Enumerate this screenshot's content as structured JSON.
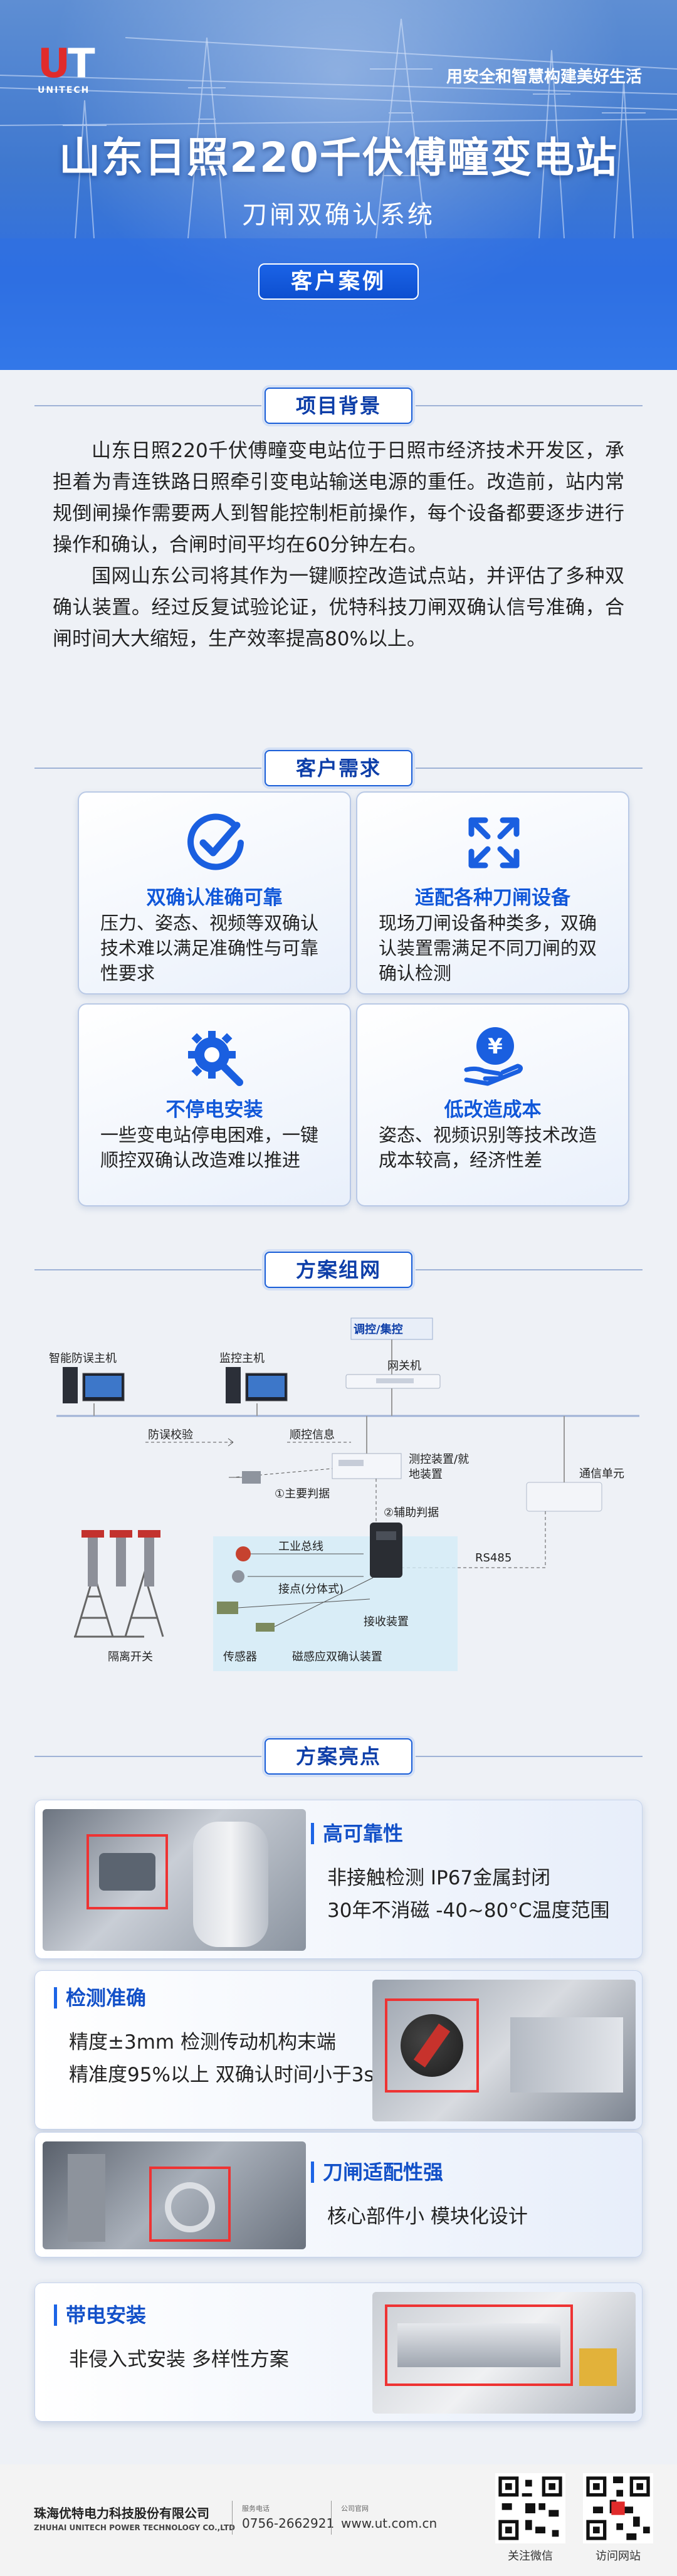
{
  "hero": {
    "logo_text": "UT",
    "logo_sub": "UNITECH",
    "slogan": "用安全和智慧构建美好生活",
    "title": "山东日照220千伏傅疃变电站",
    "subtitle": "刀闸双确认系统",
    "badge": "客户案例"
  },
  "sections": {
    "background": "项目背景",
    "needs": "客户需求",
    "network": "方案组网",
    "highlights": "方案亮点"
  },
  "background": {
    "p1": "山东日照220千伏傅疃变电站位于日照市经济技术开发区，承担着为青连铁路日照牵引变电站输送电源的重任。改造前，站内常规倒闸操作需要两人到智能控制柜前操作，每个设备都要逐步进行操作和确认，合闸时间平均在60分钟左右。",
    "p2": "国网山东公司将其作为一键顺控改造试点站，并评估了多种双确认装置。经过反复试验论证，优特科技刀闸双确认信号准确，合闸时间大大缩短，生产效率提高80%以上。"
  },
  "needs": [
    {
      "icon": "check-circle-icon",
      "title": "双确认准确可靠",
      "desc": "压力、姿态、视频等双确认技术难以满足准确性与可靠性要求"
    },
    {
      "icon": "expand-arrows-icon",
      "title": "适配各种刀闸设备",
      "desc": "现场刀闸设备种类多，双确认装置需满足不同刀闸的双确认检测"
    },
    {
      "icon": "gear-wrench-icon",
      "title": "不停电安装",
      "desc": "一些变电站停电困难，一键顺控双确认改造难以推进"
    },
    {
      "icon": "money-hand-icon",
      "title": "低改造成本",
      "desc": "姿态、视频识别等技术改造成本较高，经济性差"
    }
  ],
  "diagram": {
    "dispatch": "调控/集控",
    "gateway": "网关机",
    "anti_misop_host": "智能防误主机",
    "monitor_host": "监控主机",
    "anti_misop_check": "防误校验",
    "sequence_info": "顺控信息",
    "main_judge": "①主要判据",
    "measure_device": "测控装置/就地装置",
    "aux_judge": "②辅助判据",
    "comm_unit": "通信单元",
    "rs485": "RS485",
    "industrial_bus": "工业总线",
    "contact": "接点(分体式)",
    "receiver": "接收装置",
    "isolator": "隔离开关",
    "sensor": "传感器",
    "magnetic_system": "磁感应双确认装置"
  },
  "highlights": [
    {
      "title": "高可靠性",
      "lines": [
        "非接触检测   IP67金属封闭",
        "30年不消磁   -40~80°C温度范围"
      ]
    },
    {
      "title": "检测准确",
      "lines": [
        "精度±3mm      检测传动机构末端",
        "精准度95%以上   双确认时间小于3s"
      ]
    },
    {
      "title": "刀闸适配性强",
      "lines": [
        "核心部件小    模块化设计"
      ]
    },
    {
      "title": "带电安装",
      "lines": [
        "非侵入式安装    多样性方案"
      ]
    }
  ],
  "footer": {
    "company_cn": "珠海优特电力科技股份有限公司",
    "company_en": "ZHUHAI UNITECH POWER TECHNOLOGY CO.,LTD",
    "phone_label": "服务电话",
    "phone": "0756-2662921",
    "web_label": "公司官网",
    "web": "www.ut.com.cn",
    "qr1_label": "关注微信",
    "qr2_label": "访问网站"
  },
  "colors": {
    "accent": "#1057d9",
    "brand_red": "#e02b2b",
    "hero_blue": "#3f78cf"
  }
}
